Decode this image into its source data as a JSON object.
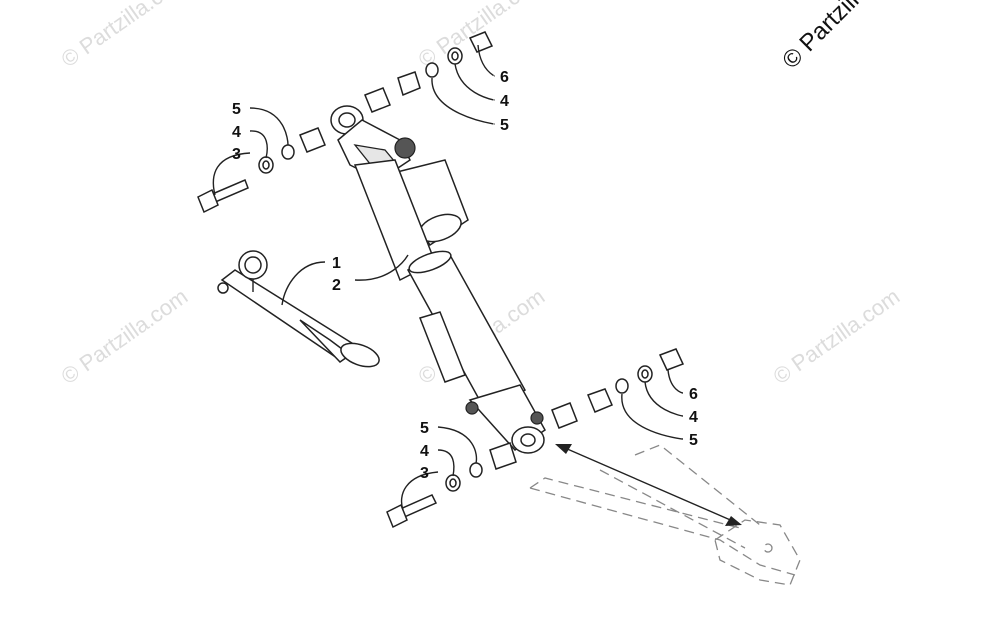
{
  "watermark": {
    "text": "© Partzilla.com"
  },
  "copyright": {
    "text": "© Partzilla"
  },
  "callouts": {
    "top_right": [
      "6",
      "4",
      "5"
    ],
    "top_left": [
      "5",
      "4",
      "3"
    ],
    "shock": [
      "1",
      "2"
    ],
    "bottom_right": [
      "6",
      "4",
      "5"
    ],
    "bottom_left": [
      "5",
      "4",
      "3"
    ]
  },
  "colors": {
    "line": "#222222",
    "watermark": "#dcdcdc",
    "background": "#ffffff"
  }
}
